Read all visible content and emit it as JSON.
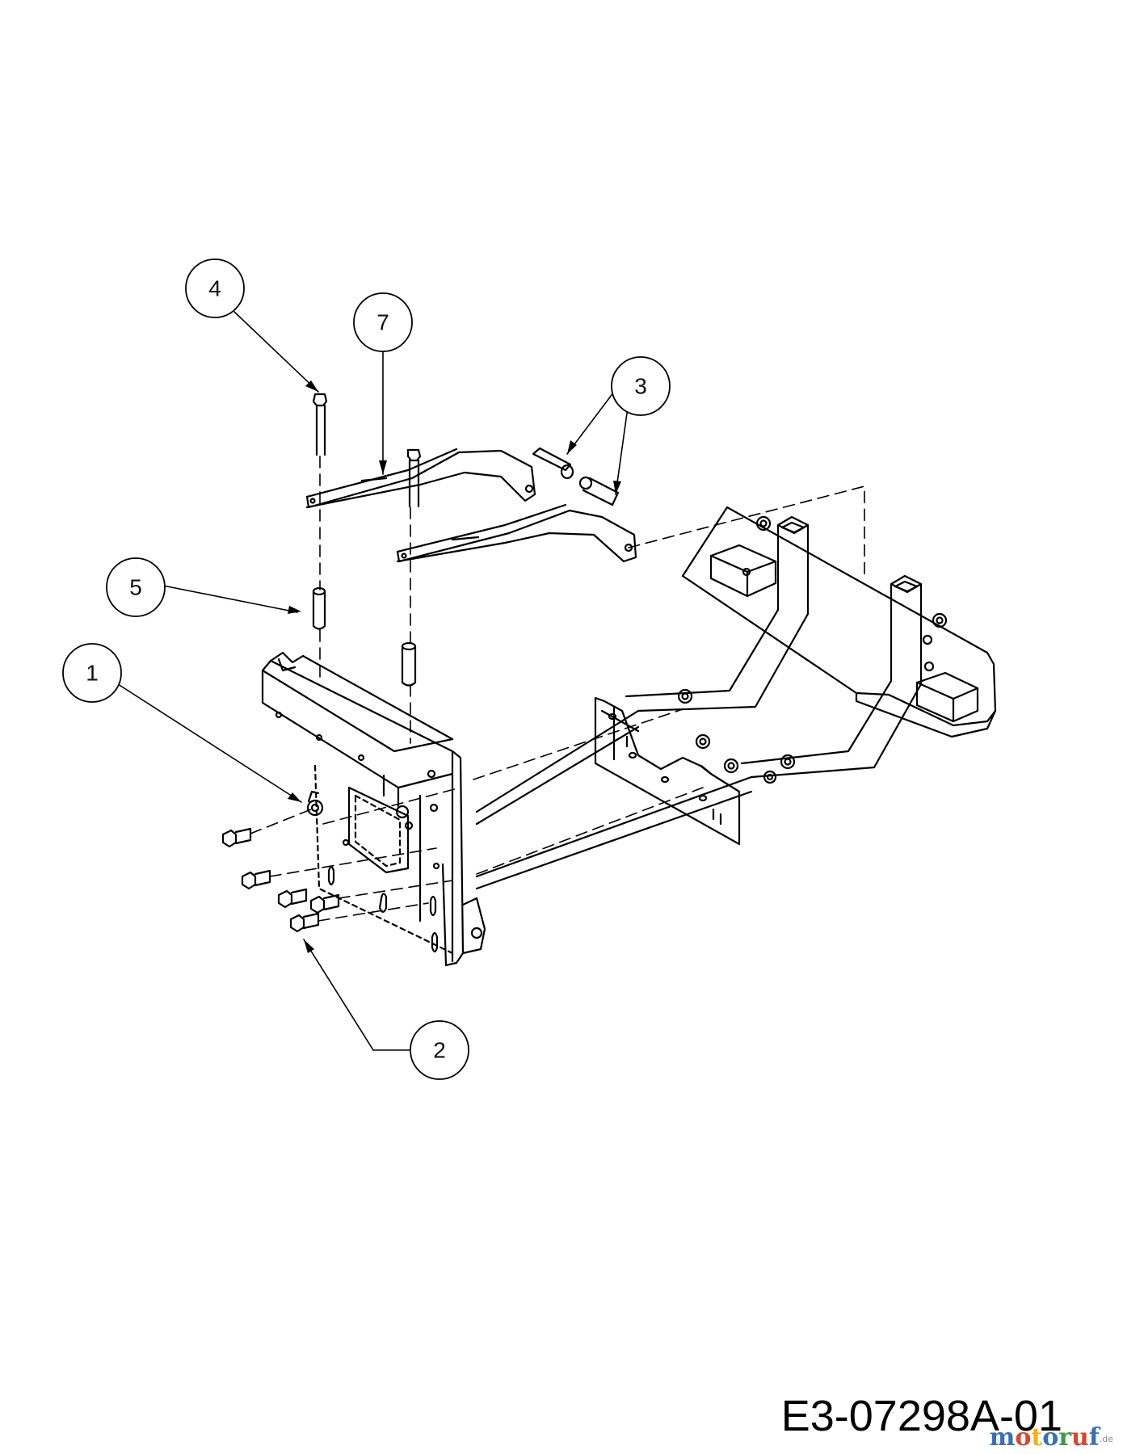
{
  "diagram": {
    "callouts": [
      {
        "id": "c1",
        "label": "1"
      },
      {
        "id": "c2",
        "label": "2"
      },
      {
        "id": "c3",
        "label": "3"
      },
      {
        "id": "c4",
        "label": "4"
      },
      {
        "id": "c5",
        "label": "5"
      },
      {
        "id": "c7",
        "label": "7"
      }
    ]
  },
  "drawing_number": "E3-07298A-01",
  "watermark": {
    "letters": [
      "m",
      "o",
      "t",
      "o",
      "r",
      "u",
      "f"
    ],
    "letter_colors": [
      "#3a6fb5",
      "#d9462b",
      "#f2b31a",
      "#3a6fb5",
      "#3d9b48",
      "#d9462b",
      "#3a6fb5"
    ],
    "suffix": ".de"
  }
}
